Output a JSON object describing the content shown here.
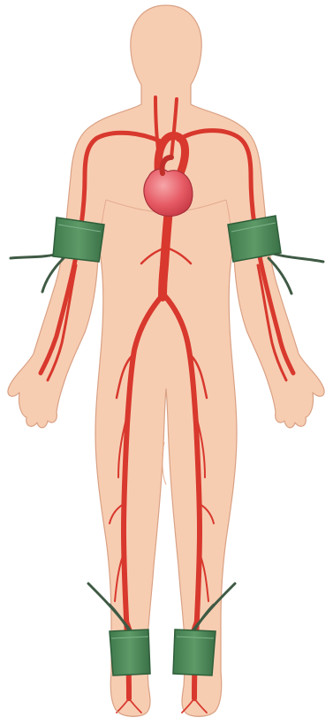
{
  "illustration": {
    "subject": "human-body-arterial-system",
    "colors": {
      "skin": "#f7cdb2",
      "skin_outline": "#d9a184",
      "artery": "#d8382d",
      "artery_dark": "#b9271f",
      "heart": "#e0505a",
      "heart_light": "#f08a8f",
      "cuff": "#4e8a5a",
      "cuff_dark": "#2f5e3a",
      "tube": "#3f5a44",
      "background": "#ffffff"
    },
    "cuffs": [
      "right-upper-arm-cuff",
      "left-upper-arm-cuff",
      "right-ankle-cuff",
      "left-ankle-cuff"
    ]
  }
}
